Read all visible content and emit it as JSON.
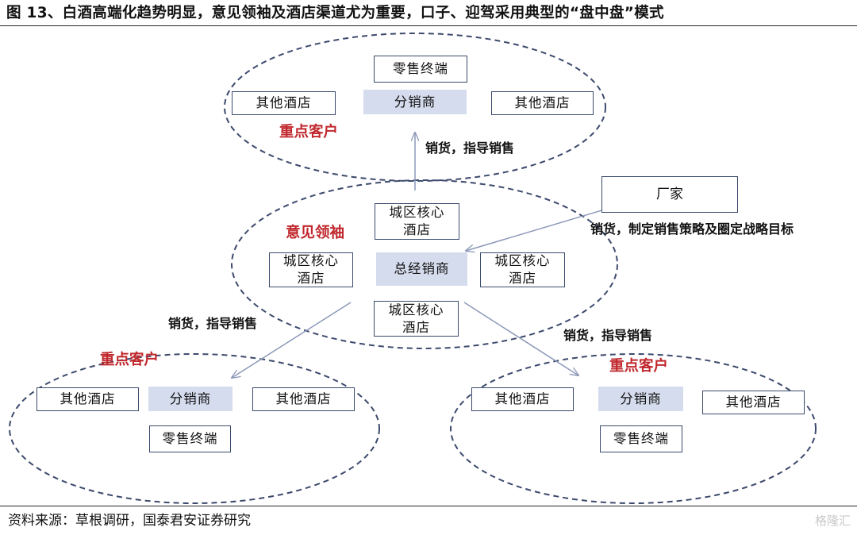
{
  "title": "图 13、白酒高端化趋势明显，意见领袖及酒店渠道尤为重要，口子、迎驾采用典型的“盘中盘”模式",
  "source": "资料来源：草根调研，国泰君安证券研究",
  "watermark": "格隆汇",
  "colors": {
    "highlight_label": "#c0282d",
    "filled_node": "#d5dced",
    "node_border": "#3a4a6b",
    "ellipse_stroke": "#3d4a6d",
    "arrow": "#8c98b8"
  },
  "diagram": {
    "top_cluster": {
      "label": "重点客户",
      "nodes": {
        "retail": "零售终端",
        "hotel_left": "其他酒店",
        "distributor": "分销商",
        "hotel_right": "其他酒店"
      }
    },
    "middle_cluster": {
      "label": "意见领袖",
      "nodes": {
        "core_top": "城区核心\n酒店",
        "core_left": "城区核心\n酒店",
        "general_dist": "总经销商",
        "core_right": "城区核心\n酒店",
        "core_bottom": "城区核心\n酒店"
      }
    },
    "manufacturer": "厂家",
    "bottom_left_cluster": {
      "label": "重点客户",
      "nodes": {
        "hotel_left": "其他酒店",
        "distributor": "分销商",
        "hotel_right": "其他酒店",
        "retail": "零售终端"
      }
    },
    "bottom_right_cluster": {
      "label": "重点客户",
      "nodes": {
        "hotel_left": "其他酒店",
        "distributor": "分销商",
        "hotel_right": "其他酒店",
        "retail": "零售终端"
      }
    },
    "edges": {
      "to_top": "销货，指导销售",
      "from_manufacturer": "销货，制定销售策略及圈定战略目标",
      "to_bottom_left": "销货，指导销售",
      "to_bottom_right": "销货，指导销售"
    }
  }
}
